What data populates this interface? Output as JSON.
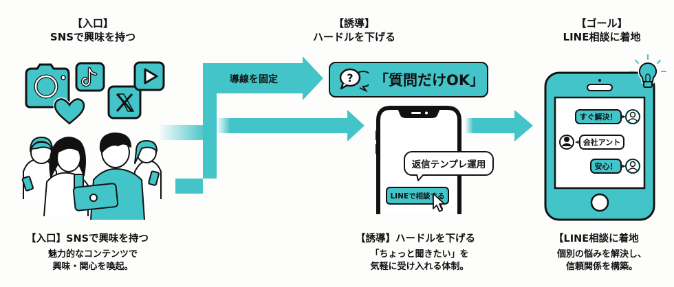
{
  "colors": {
    "accent": "#43c4c8",
    "ink": "#111111",
    "background": "#fdfdfc"
  },
  "stages": [
    {
      "id": "entry",
      "header_tag": "【入口】",
      "header_title": "SNSで興味を持つ",
      "caption_title": "【入口】SNSで興味を持つ",
      "caption_lines": [
        "魅力的なコンテンツで",
        "興味・関心を喚起。"
      ],
      "icons": [
        "camera-icon",
        "tiktok-icon",
        "x-icon",
        "youtube-play-icon",
        "heart-icon"
      ]
    },
    {
      "id": "guide",
      "header_tag": "【誘導】",
      "header_title": "ハードルを下げる",
      "caption_title": "【誘導】ハードルを下げる",
      "caption_lines": [
        "「ちょっと聞きたい」を",
        "気軽に受け入れる体制。"
      ],
      "banner_text": "「質問だけOK」",
      "reply_bubble": "返信テンプレ運用",
      "line_button": "LINEで相談する"
    },
    {
      "id": "goal",
      "header_tag": "【ゴール】",
      "header_title": "LINE相談に着地",
      "caption_title": "【LINE相談に着地",
      "caption_lines": [
        "個別の悩みを解決し、",
        "信頼関係を構築。"
      ],
      "chat": [
        {
          "side": "right",
          "text": "すぐ解決！"
        },
        {
          "side": "left",
          "text": "会社アント"
        },
        {
          "side": "right",
          "text": "安心！"
        }
      ]
    }
  ],
  "connector_label": "導線を固定"
}
